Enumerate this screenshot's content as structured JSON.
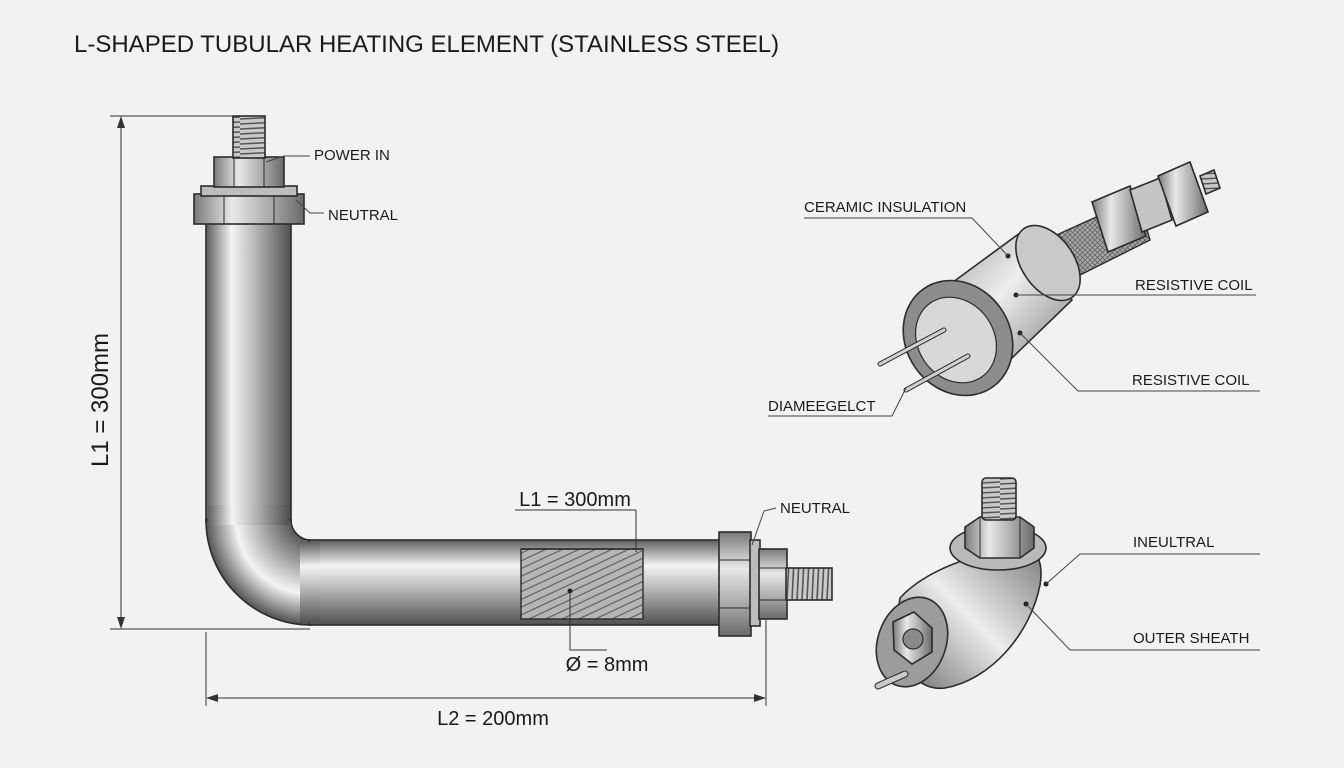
{
  "title": "L-SHAPED TUBULAR HEATING ELEMENT (STAINLESS STEEL)",
  "labels": {
    "power_in": "POWER IN",
    "neutral_top": "NEUTRAL",
    "neutral_end": "NEUTRAL",
    "ceramic_insulation": "CERAMIC INSULATION",
    "resistive_coil_1": "RESISTIVE COIL",
    "resistive_coil_2": "RESISTIVE COIL",
    "diameter_label": "DIAMEEGELCT",
    "ineultral": "INEULTRAL",
    "outer_sheath": "OUTER SHEATH"
  },
  "dimensions": {
    "l1_vertical": "L1 = 300mm",
    "l1_horizontal": "L1 = 300mm",
    "diameter": "Ø = 8mm",
    "l2": "L2 = 200mm"
  },
  "colors": {
    "background": "#f2f2f2",
    "steel_dark": "#6e6e6e",
    "steel_light": "#e6e6e6",
    "line": "#2b2b2b"
  }
}
